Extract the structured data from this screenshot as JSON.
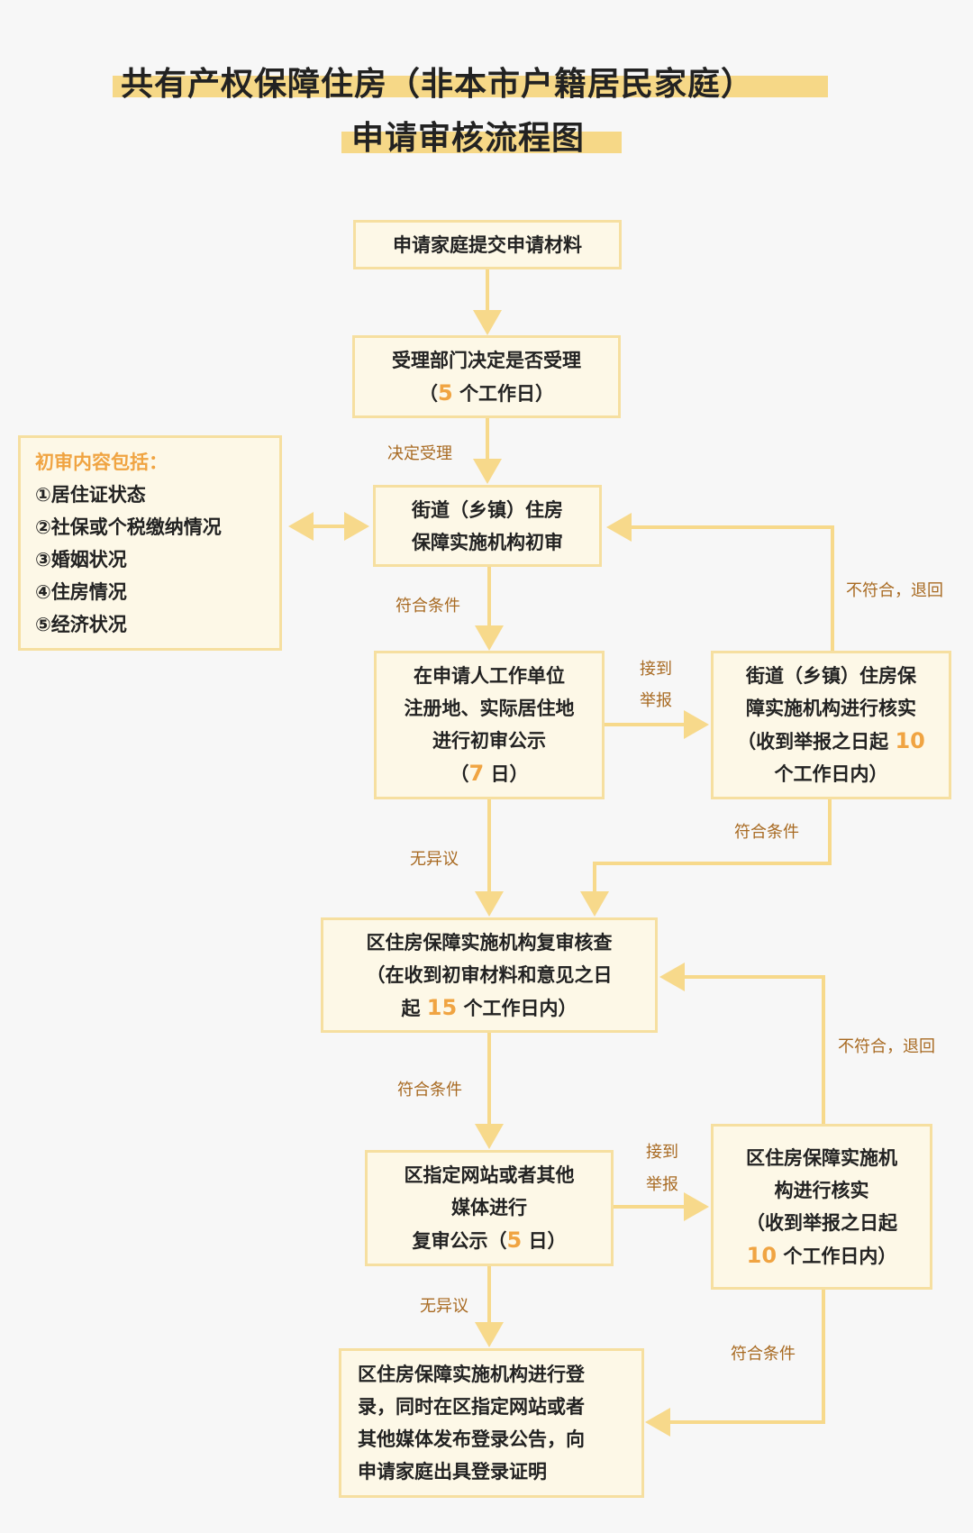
{
  "title": {
    "line1": "共有产权保障住房（非本市户籍居民家庭）",
    "line2": "申请审核流程图"
  },
  "boxes": {
    "submit": "申请家庭提交申请材料",
    "accept": {
      "l1": "受理部门决定是否受理",
      "pre": "（",
      "num": "5",
      "post": " 个工作日）"
    },
    "initial_review": {
      "l1": "街道（乡镇）住房",
      "l2": "保障实施机构初审"
    },
    "initial_publicity": {
      "l1": "在申请人工作单位",
      "l2": "注册地、实际居住地",
      "l3": "进行初审公示",
      "pre": "（",
      "num": "7",
      "post": " 日）"
    },
    "street_verify": {
      "l1": "街道（乡镇）住房保",
      "l2": "障实施机构进行核实",
      "l3pre": "（收到举报之日起 ",
      "num": "10",
      "l4": "个工作日内）"
    },
    "district_review": {
      "l1": "区住房保障实施机构复审核查",
      "l2": "（在收到初审材料和意见之日",
      "pre": "起 ",
      "num": "15",
      "post": " 个工作日内）"
    },
    "review_publicity": {
      "l1": "区指定网站或者其他",
      "l2": "媒体进行",
      "pre": "复审公示（",
      "num": "5",
      "post": " 日）"
    },
    "district_verify": {
      "l1": "区住房保障实施机",
      "l2": "构进行核实",
      "l3": "（收到举报之日起",
      "num": "10",
      "post": " 个工作日内）"
    },
    "register": {
      "l1": "区住房保障实施机构进行登",
      "l2": "录，同时在区指定网站或者",
      "l3": "其他媒体发布登录公告，向",
      "l4": "申请家庭出具登录证明"
    }
  },
  "initial_review_contents": {
    "heading": "初审内容包括：",
    "items": [
      "①居住证状态",
      "②社保或个税缴纳情况",
      "③婚姻状况",
      "④住房情况",
      "⑤经济状况"
    ]
  },
  "labels": {
    "decide_accept": "决定受理",
    "qualified_1": "符合条件",
    "report_1a": "接到",
    "report_1b": "举报",
    "reject_1": "不符合，退回",
    "no_objection_1": "无异议",
    "qualified_2": "符合条件",
    "reject_2": "不符合，退回",
    "qualified_3": "符合条件",
    "report_2a": "接到",
    "report_2b": "举报",
    "no_objection_2": "无异议",
    "qualified_4": "符合条件"
  },
  "colors": {
    "line": "#f7d98b",
    "label": "#a86a22",
    "highlight": "#f0a442"
  }
}
